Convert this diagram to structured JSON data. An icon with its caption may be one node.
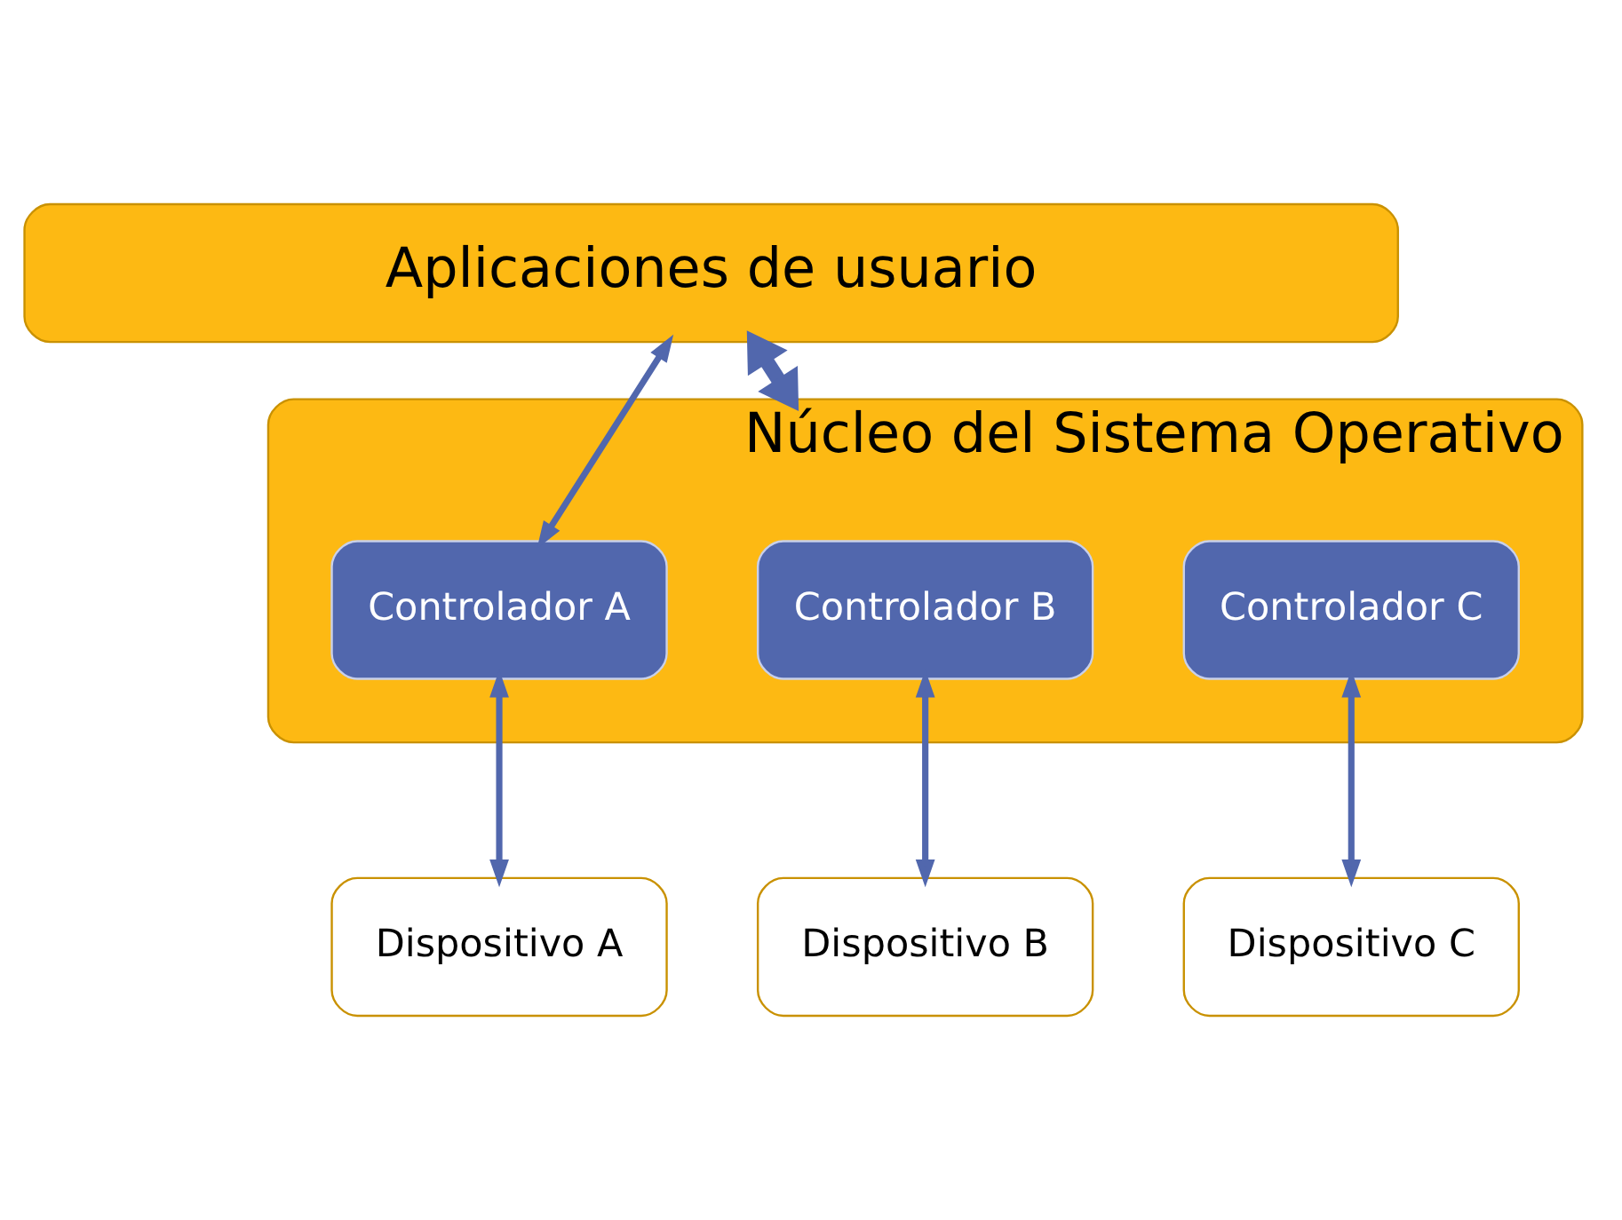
{
  "diagram": {
    "nodes": [
      {
        "text": [
          "Aplicaciones de usuario"
        ]
      },
      {
        "text": [
          "Núcleo del Sistema Operativo"
        ]
      },
      {
        "text": [
          "Controlador A"
        ],
        "in": 1
      },
      {
        "text": [
          "Controlador B"
        ],
        "in": 1
      },
      {
        "text": [
          "Controlador C"
        ],
        "in": 1
      },
      {
        "text": [
          "Dispositivo A"
        ]
      },
      {
        "text": [
          "Dispositivo B"
        ]
      },
      {
        "text": [
          "Dispositivo C"
        ]
      }
    ],
    "edges": [
      {
        "from": 0,
        "to": 2,
        "arrow": "both"
      },
      {
        "from": 0,
        "to": 1,
        "arrow": "both",
        "style": "thick"
      },
      {
        "from": 2,
        "to": 5,
        "arrow": "both"
      },
      {
        "from": 3,
        "to": 6,
        "arrow": "both"
      },
      {
        "from": 4,
        "to": 7,
        "arrow": "both"
      }
    ]
  }
}
